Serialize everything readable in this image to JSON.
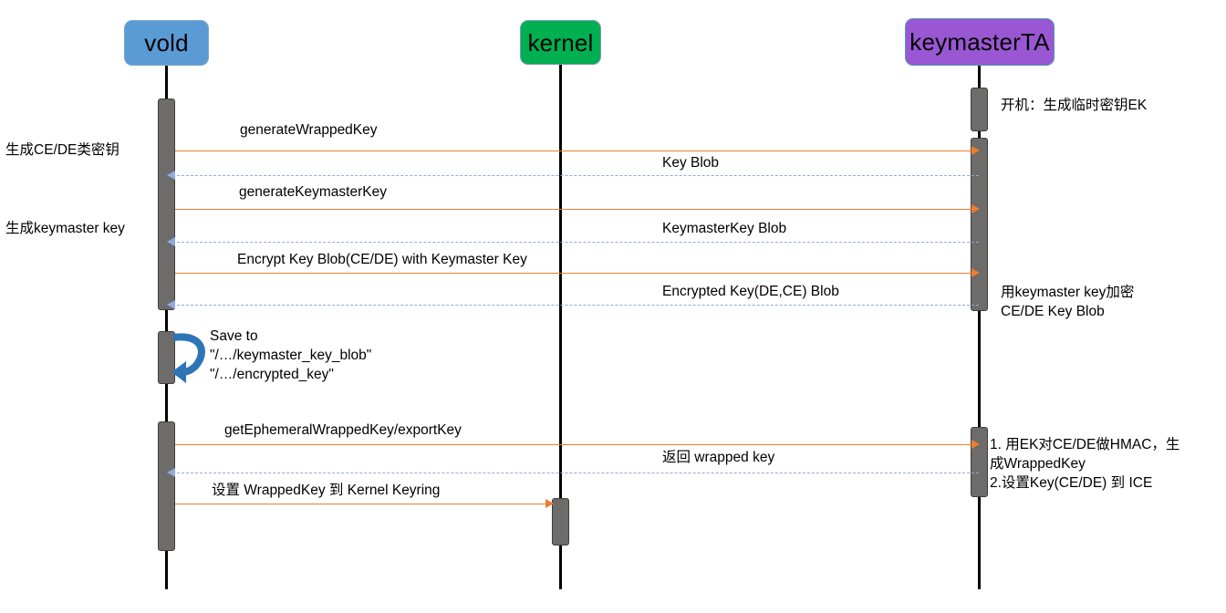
{
  "diagram": {
    "type": "sequence-diagram",
    "title": "Android vold / kernel / keymasterTA key provisioning sequence"
  },
  "participants": [
    {
      "id": "vold",
      "label": "vold",
      "color": "#5B9BD5"
    },
    {
      "id": "kernel",
      "label": "kernel",
      "color": "#00B050"
    },
    {
      "id": "keymasterTA",
      "label": "keymasterTA",
      "color": "#9A57D3"
    }
  ],
  "colors": {
    "request_arrow": "#ED7D31",
    "response_arrow": "#8FAADC",
    "activation": "#6E6B6B",
    "lifeline": "#000000",
    "selfloop": "#2E75B6"
  },
  "messages": [
    {
      "id": "m1",
      "label": "generateWrappedKey",
      "from": "vold",
      "to": "keymasterTA",
      "kind": "request"
    },
    {
      "id": "m2",
      "label": "Key Blob",
      "from": "keymasterTA",
      "to": "vold",
      "kind": "response"
    },
    {
      "id": "m3",
      "label": "generateKeymasterKey",
      "from": "vold",
      "to": "keymasterTA",
      "kind": "request"
    },
    {
      "id": "m4",
      "label": "KeymasterKey Blob",
      "from": "keymasterTA",
      "to": "vold",
      "kind": "response"
    },
    {
      "id": "m5",
      "label": "Encrypt Key Blob(CE/DE)  with  Keymaster Key",
      "from": "vold",
      "to": "keymasterTA",
      "kind": "request"
    },
    {
      "id": "m6",
      "label": "Encrypted Key(DE,CE) Blob",
      "from": "keymasterTA",
      "to": "vold",
      "kind": "response"
    },
    {
      "id": "m7",
      "label": "getEphemeralWrappedKey/exportKey",
      "from": "vold",
      "to": "keymasterTA",
      "kind": "request"
    },
    {
      "id": "m8",
      "label": "返回 wrapped key",
      "from": "keymasterTA",
      "to": "vold",
      "kind": "response"
    },
    {
      "id": "m9",
      "label": "设置 WrappedKey 到 Kernel Keyring",
      "from": "vold",
      "to": "kernel",
      "kind": "request"
    }
  ],
  "self_message": {
    "id": "s1",
    "actor": "vold",
    "lines": "Save to\n\"/…/keymaster_key_blob\"\n\"/…/encrypted_key\""
  },
  "notes": {
    "left": [
      {
        "id": "n-left-1",
        "text": "生成CE/DE类密钥"
      },
      {
        "id": "n-left-2",
        "text": "生成keymaster key"
      }
    ],
    "right": [
      {
        "id": "n-right-1",
        "text": "开机：生成临时密钥EK"
      },
      {
        "id": "n-right-2",
        "text": "用keymaster key加密\nCE/DE Key Blob"
      },
      {
        "id": "n-right-3",
        "text": "1. 用EK对CE/DE做HMAC，生\n成WrappedKey\n2.设置Key(CE/DE) 到 ICE"
      }
    ]
  }
}
